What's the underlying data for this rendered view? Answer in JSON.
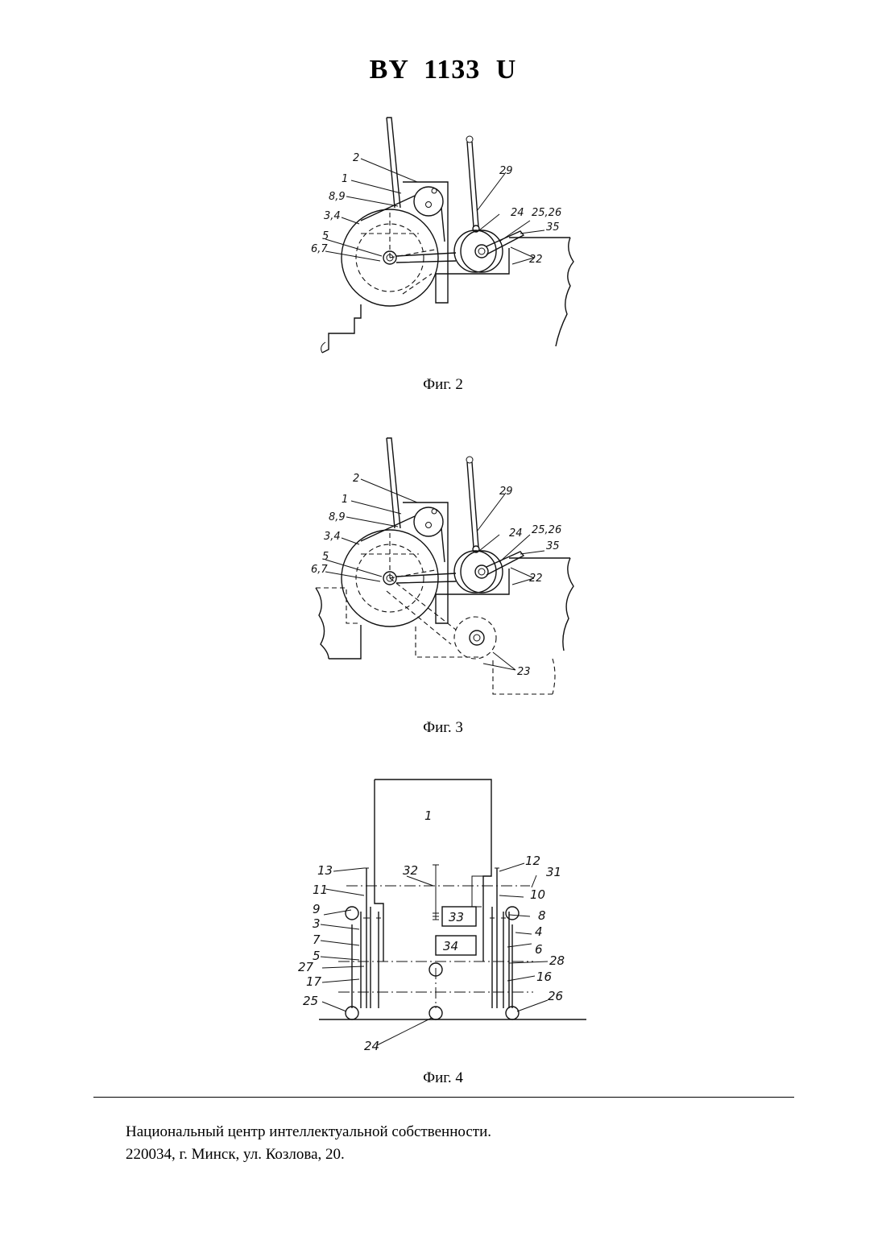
{
  "header": {
    "title": "BY  1133  U"
  },
  "fig2": {
    "caption": "Фиг. 2",
    "labels": {
      "l2": "2",
      "l1": "1",
      "l89": "8,9",
      "l34": "3,4",
      "l5": "5",
      "l67": "6,7",
      "l29": "29",
      "l24": "24",
      "l2526": "25,26",
      "l35": "35",
      "l22": "22"
    }
  },
  "fig3": {
    "caption": "Фиг. 3",
    "labels": {
      "l2": "2",
      "l1": "1",
      "l89": "8,9",
      "l34": "3,4",
      "l5": "5",
      "l67": "6,7",
      "l29": "29",
      "l24": "24",
      "l2526": "25,26",
      "l35": "35",
      "l22": "22",
      "l23": "23"
    }
  },
  "fig4": {
    "caption": "Фиг. 4",
    "labels": {
      "l1": "1",
      "l13": "13",
      "l32": "32",
      "l12": "12",
      "l31": "31",
      "l11": "11",
      "l10": "10",
      "l9": "9",
      "l33": "33",
      "l8": "8",
      "l3": "3",
      "l4": "4",
      "l7": "7",
      "l34": "34",
      "l6": "6",
      "l5": "5",
      "l28": "28",
      "l27": "27",
      "l17": "17",
      "l16": "16",
      "l25": "25",
      "l26": "26",
      "l24": "24"
    }
  },
  "footer": {
    "line1": "Национальный центр интеллектуальной собственности.",
    "line2": "220034, г. Минск, ул. Козлова, 20."
  }
}
